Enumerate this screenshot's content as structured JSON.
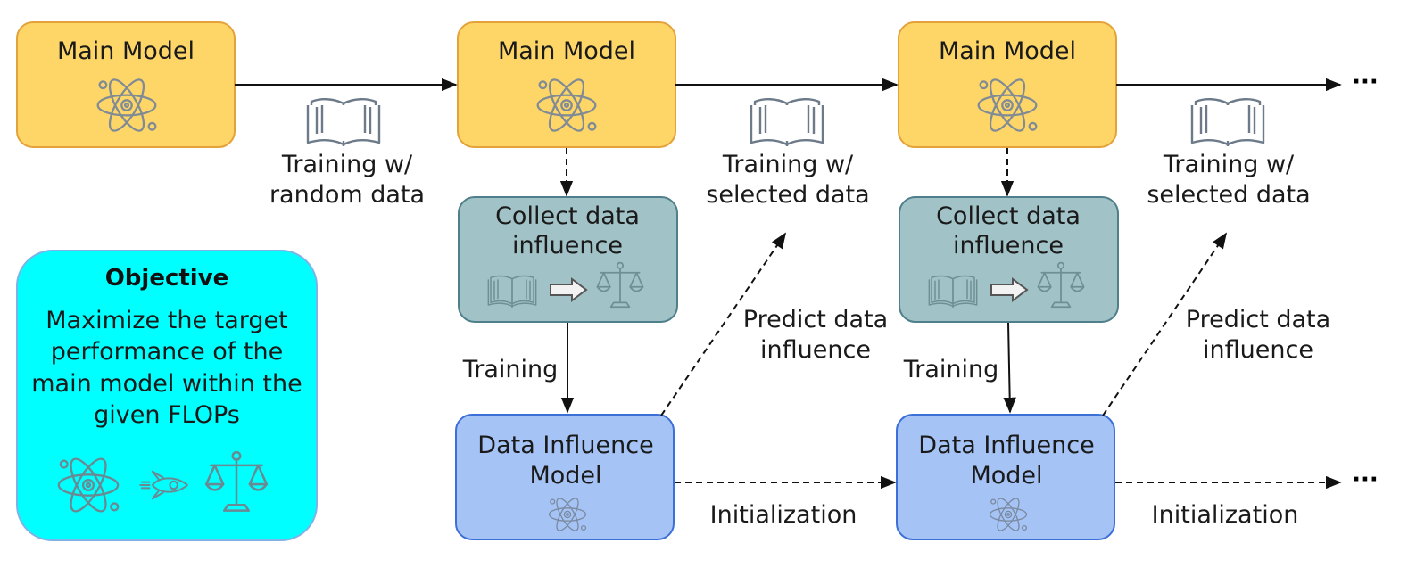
{
  "main_model": {
    "title": "Main Model"
  },
  "collect": {
    "line1": "Collect data",
    "line2": "influence"
  },
  "dim": {
    "line1": "Data Influence",
    "line2": "Model"
  },
  "edges": {
    "random_1": "Training w/",
    "random_2": "random data",
    "selected_1": "Training w/",
    "selected_2": "selected data",
    "training": "Training",
    "predict_1": "Predict data",
    "predict_2": "influence",
    "init": "Initialization",
    "continuation": "···"
  },
  "objective": {
    "title": "Objective",
    "lines": [
      "Maximize the target",
      "performance of the",
      "main model within the",
      "given FLOPs"
    ]
  },
  "colors": {
    "main_fill": "#fdd667",
    "main_stroke": "#e4a23a",
    "collect_fill": "#a1c2c6",
    "collect_stroke": "#4f7f8a",
    "dim_fill": "#a5c3f5",
    "dim_stroke": "#3d6fd8",
    "objective_fill": "#00ffff",
    "objective_stroke": "#7fb3e8"
  },
  "icons": [
    "atom-icon",
    "book-icon",
    "arrow-right-icon",
    "scale-icon",
    "rocket-icon"
  ]
}
